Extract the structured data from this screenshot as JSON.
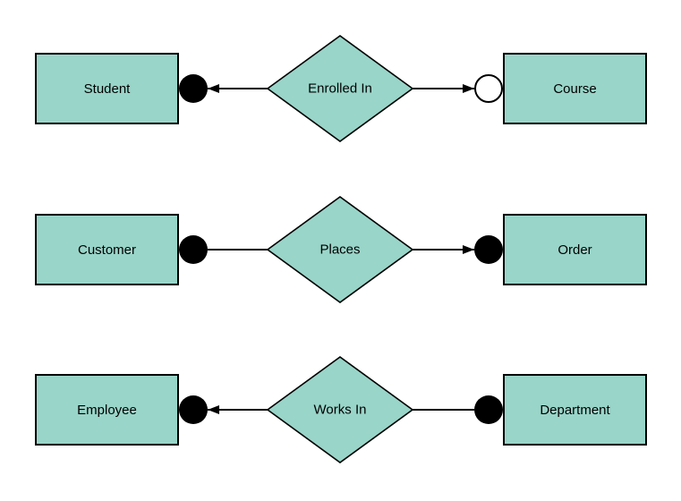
{
  "style": {
    "background": "#ffffff",
    "shape_fill": "#99d5c9",
    "shape_stroke": "#000000",
    "line_color": "#000000",
    "text_color": "#000000"
  },
  "diagram_type": "entity-relationship",
  "rows": [
    {
      "left_entity": {
        "label": "Student"
      },
      "relationship": {
        "label": "Enrolled In"
      },
      "right_entity": {
        "label": "Course"
      },
      "left_connector": {
        "terminator": "filled-circle",
        "arrowhead": "points-left-toward-entity"
      },
      "right_connector": {
        "terminator": "open-circle",
        "arrowhead": "points-right-toward-entity"
      }
    },
    {
      "left_entity": {
        "label": "Customer"
      },
      "relationship": {
        "label": "Places"
      },
      "right_entity": {
        "label": "Order"
      },
      "left_connector": {
        "terminator": "filled-circle",
        "arrowhead": "none"
      },
      "right_connector": {
        "terminator": "filled-circle",
        "arrowhead": "points-right-toward-entity"
      }
    },
    {
      "left_entity": {
        "label": "Employee"
      },
      "relationship": {
        "label": "Works In"
      },
      "right_entity": {
        "label": "Department"
      },
      "left_connector": {
        "terminator": "filled-circle",
        "arrowhead": "points-left-toward-entity"
      },
      "right_connector": {
        "terminator": "filled-circle",
        "arrowhead": "none"
      }
    }
  ]
}
